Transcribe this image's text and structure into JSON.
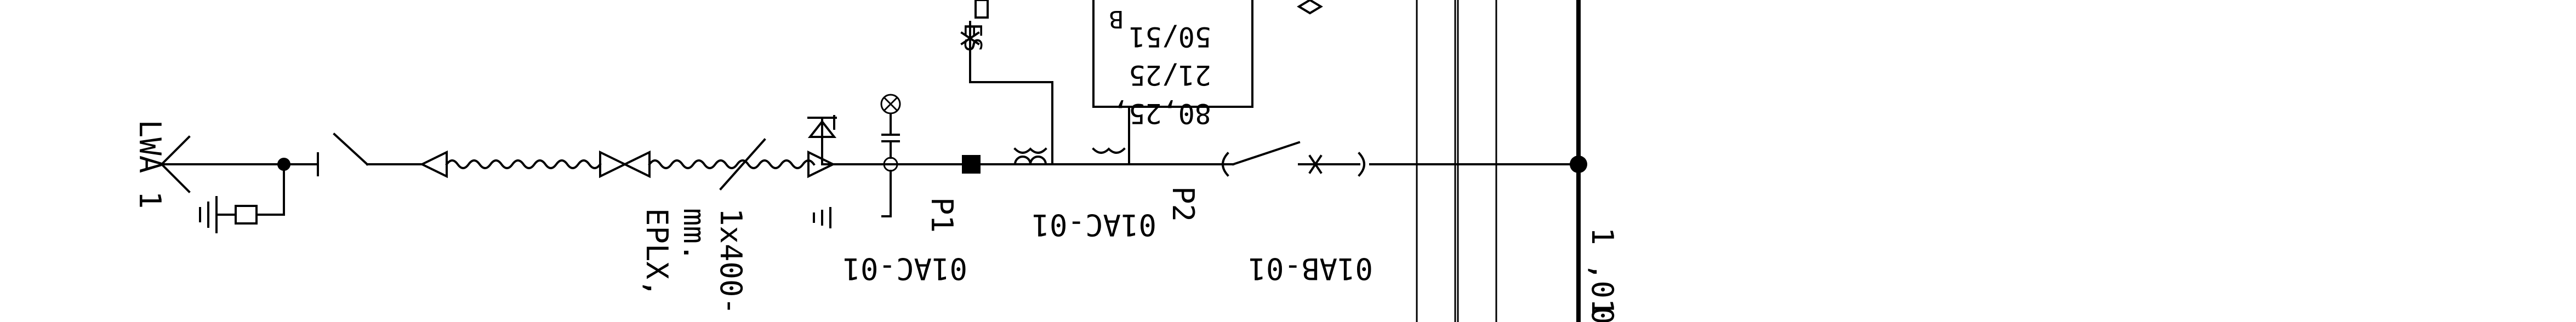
{
  "diagram": {
    "labels": {
      "feeder_ref": "LWA 1",
      "cable_spec_a": "EPLX,",
      "cable_spec_b": "mm.",
      "cable_spec_c": "1x400-",
      "ct_set_1": "01AC-01",
      "ct_ref_1": "P1",
      "ct_set_2": "01AC-01",
      "ct_ref_2": "P2",
      "breaker_ref": "01AB-01",
      "relay_line_1": "80,25,",
      "relay_line_2": "21/25",
      "relay_line_3": "50/51",
      "relay_top": "B",
      "earth_switch_ref": "ES",
      "bus_ref": "1 ,01",
      "bus_ref_2": "0"
    },
    "colors": {
      "line": "#000000",
      "background": "#ffffff"
    },
    "symbols": [
      "arrow-icon",
      "earth-icon",
      "disconnector-icon",
      "cable-termination-icon",
      "surge-arrester-icon",
      "voltage-indicator-icon",
      "current-transformer-icon",
      "circuit-breaker-icon",
      "protection-relay-icon",
      "busbar"
    ]
  }
}
